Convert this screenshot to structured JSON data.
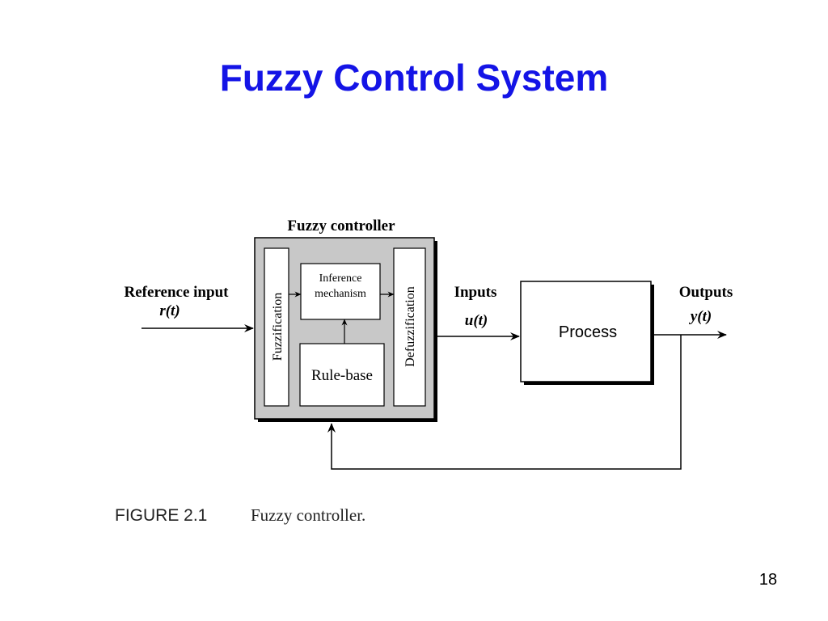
{
  "slide": {
    "title": "Fuzzy Control System",
    "page_number": "18"
  },
  "diagram": {
    "controller_title": "Fuzzy controller",
    "fuzzification": "Fuzzification",
    "inference_line1": "Inference",
    "inference_line2": "mechanism",
    "rule_base": "Rule-base",
    "defuzzification": "Defuzzification",
    "process": "Process",
    "reference_input": "Reference input",
    "reference_signal": "r(t)",
    "inputs": "Inputs",
    "inputs_signal": "u(t)",
    "outputs": "Outputs",
    "outputs_signal": "y(t)"
  },
  "figure": {
    "label": "FIGURE 2.1",
    "caption": "Fuzzy controller."
  }
}
